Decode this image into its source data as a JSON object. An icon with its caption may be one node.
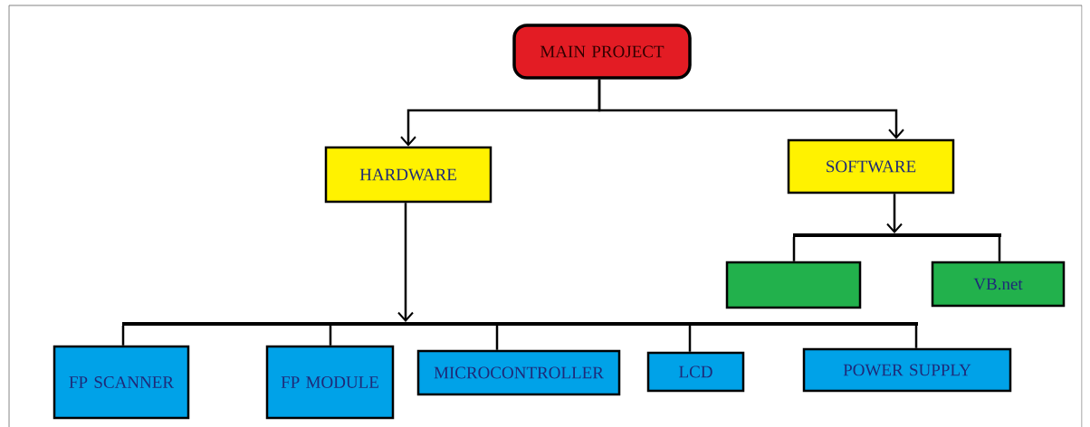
{
  "diagram": {
    "nodes": [
      {
        "text": [
          "MAIN PROJECT"
        ]
      },
      {
        "text": [
          "HARDWARE"
        ]
      },
      {
        "text": [
          "SOFTWARE"
        ]
      },
      {
        "text": [],
        "shape": "box"
      },
      {
        "text": [
          "VB.net"
        ]
      },
      {
        "text": [
          "FP SCANNER"
        ]
      },
      {
        "text": [
          "FP MODULE"
        ]
      },
      {
        "text": [
          "MICROCONTROLLER"
        ]
      },
      {
        "text": [
          "LCD"
        ]
      },
      {
        "text": [
          "POWER SUPPLY"
        ]
      },
      {
        "text": [],
        "shape": "bar"
      },
      {
        "text": [],
        "shape": "bar"
      }
    ],
    "edges": [
      {
        "from": 0,
        "to": 1,
        "arrow": "to"
      },
      {
        "from": 0,
        "to": 2,
        "arrow": "to"
      },
      {
        "from": 2,
        "to": 10,
        "arrow": "to"
      },
      {
        "from": 10,
        "to": 3,
        "arrow": "none"
      },
      {
        "from": 10,
        "to": 4,
        "arrow": "none"
      },
      {
        "from": 1,
        "to": 11,
        "arrow": "to"
      },
      {
        "from": 11,
        "to": 5,
        "arrow": "none"
      },
      {
        "from": 11,
        "to": 6,
        "arrow": "none"
      },
      {
        "from": 11,
        "to": 7,
        "arrow": "none"
      },
      {
        "from": 11,
        "to": 8,
        "arrow": "none"
      },
      {
        "from": 11,
        "to": 9,
        "arrow": "none"
      }
    ]
  }
}
